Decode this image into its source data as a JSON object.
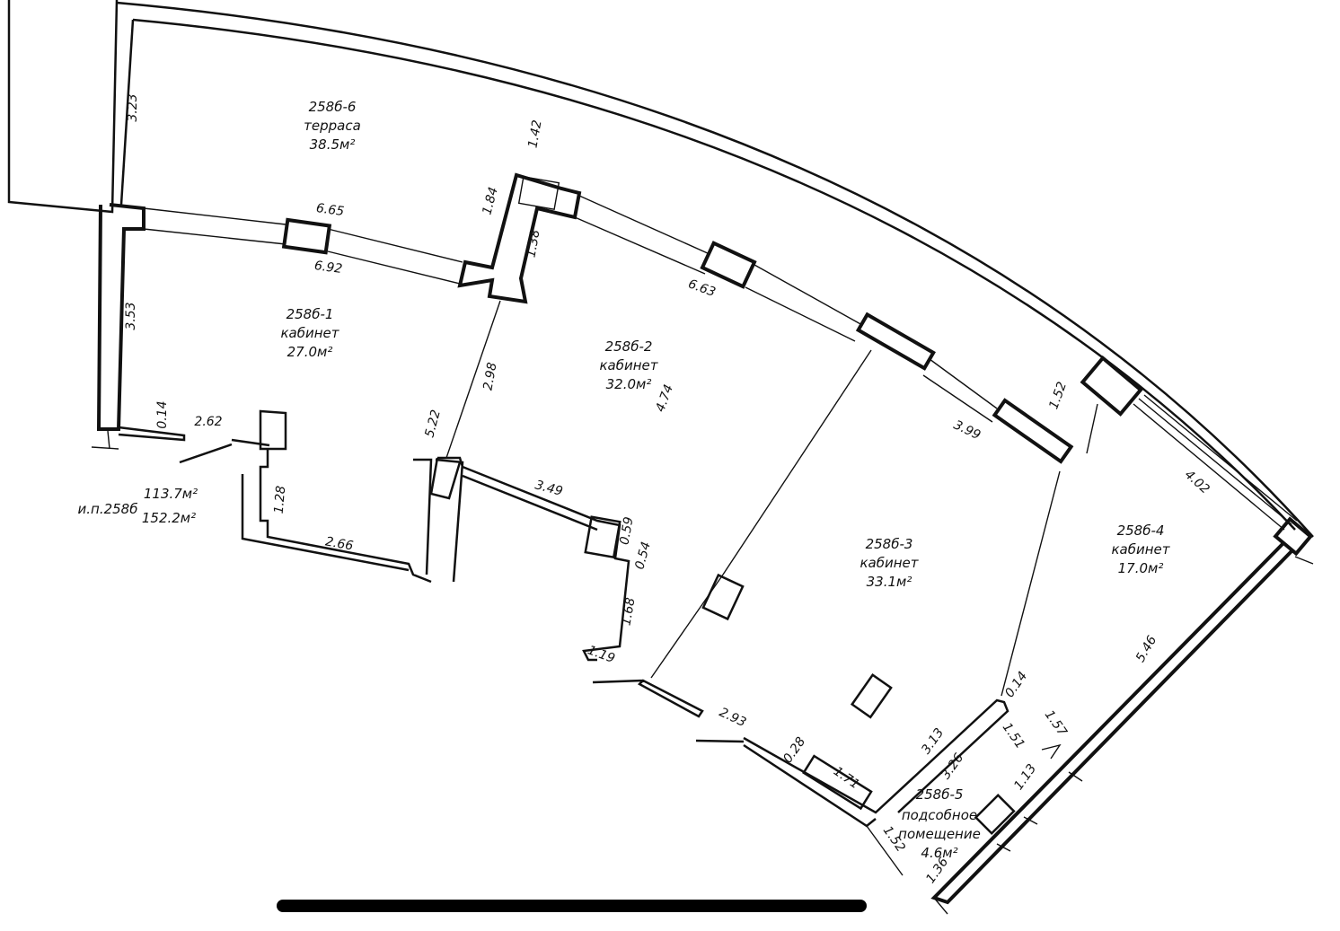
{
  "rooms": [
    {
      "id": "258б-6",
      "type": "терраса",
      "area": "38.5м²"
    },
    {
      "id": "258б-1",
      "type": "кабинет",
      "area": "27.0м²"
    },
    {
      "id": "258б-2",
      "type": "кабинет",
      "area": "32.0м²"
    },
    {
      "id": "258б-3",
      "type": "кабинет",
      "area": "33.1м²"
    },
    {
      "id": "258б-4",
      "type": "кабинет",
      "area": "17.0м²"
    },
    {
      "id": "258б-5",
      "type": "подсобное",
      "type2": "помещение",
      "area": "4.6м²"
    }
  ],
  "summary": {
    "label": "и.п.258б",
    "area_1": "113.7м²",
    "area_2": "152.2м²"
  },
  "dimensions": [
    "3.23",
    "1.42",
    "6.65",
    "6.92",
    "1.84",
    "1.38",
    "3.53",
    "0.14",
    "2.62",
    "1.28",
    "2.66",
    "5.22",
    "2.98",
    "4.74",
    "6.63",
    "3.49",
    "0.59",
    "0.54",
    "1.68",
    "1.19",
    "3.99",
    "1.52",
    "4.02",
    "5.46",
    "2.93",
    "0.28",
    "1.71",
    "3.13",
    "3.26",
    "1.51",
    "0.14",
    "1.57",
    "1.13",
    "1.52",
    "1.36"
  ]
}
